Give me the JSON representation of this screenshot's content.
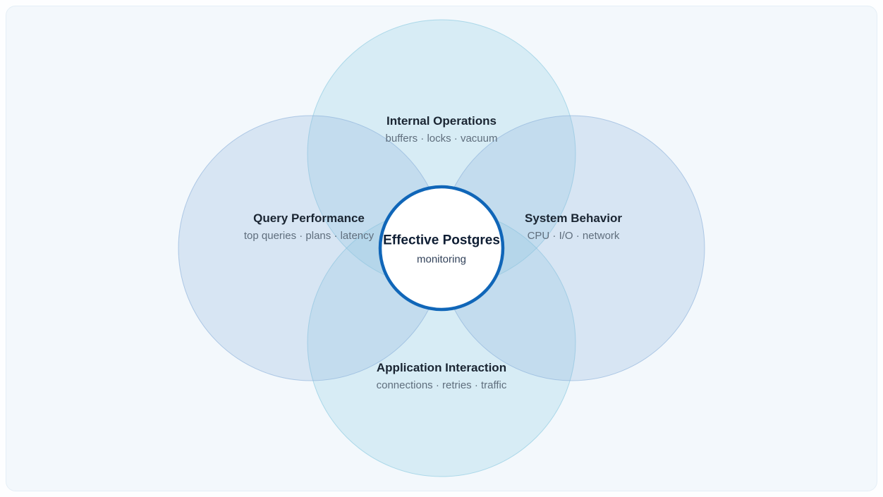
{
  "page": {
    "background": "#fdfeff",
    "card_background": "#f3f8fc",
    "card_border": "#e4eef6"
  },
  "diagram": {
    "type": "venn-four-petal",
    "center": {
      "title": "Effective Postgres",
      "subtitle": "monitoring"
    },
    "circles": [
      {
        "id": "top",
        "title": "Internal Operations",
        "subtitle": "buffers · locks · vacuum"
      },
      {
        "id": "left",
        "title": "Query Performance",
        "subtitle": "top queries · plans · latency"
      },
      {
        "id": "right",
        "title": "System Behavior",
        "subtitle": "CPU · I/O · network"
      },
      {
        "id": "bottom",
        "title": "Application Interaction",
        "subtitle": "connections · retries · traffic"
      }
    ],
    "colors": {
      "top_bottom_fill": "#9fd4e8",
      "left_right_fill": "#8fb4dc",
      "top_bottom_stroke": "#7cc3dc",
      "left_right_stroke": "#87aed8",
      "center_fill": "#ffffff",
      "center_border": "#1066b8"
    }
  }
}
